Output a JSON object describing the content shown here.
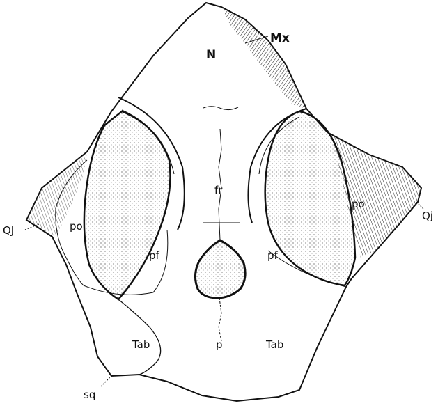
{
  "figure": {
    "labels": {
      "nasal": "N",
      "maxilla": "Mx",
      "frontal": "fr",
      "parietal": "p",
      "postorbital_left": "po",
      "postorbital_right": "po",
      "postfrontal_left": "pf",
      "postfrontal_right": "pf",
      "quadratojugal_left": "QJ",
      "quadratojugal_right": "Qj",
      "tabular_left": "Tab",
      "tabular_right": "Tab",
      "squamosal": "sq"
    }
  }
}
